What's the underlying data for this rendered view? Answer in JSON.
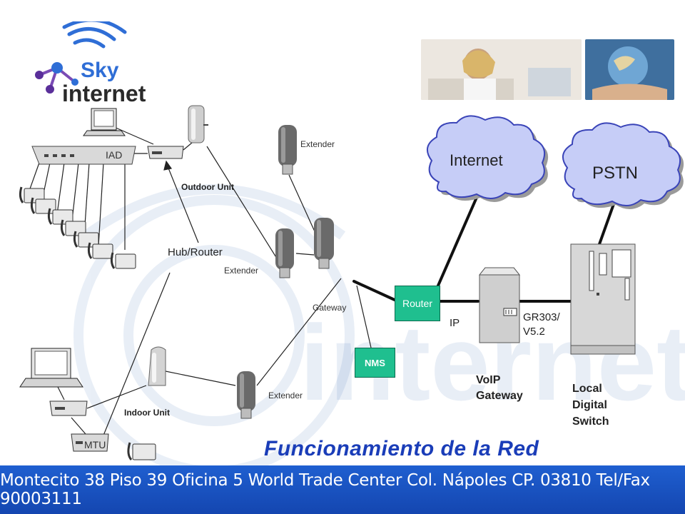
{
  "logo": {
    "word1": "Sky",
    "word2": "internet"
  },
  "nodes": {
    "iad": "IAD",
    "outdoor_unit": "Outdoor Unit",
    "hub_router": "Hub/Router",
    "indoor_unit": "Indoor Unit",
    "mtu": "MTU",
    "extender_top": "Extender",
    "extender_mid": "Extender",
    "extender_bottom": "Extender",
    "gateway": "Gateway",
    "nms": "NMS",
    "router": "Router",
    "ip": "IP",
    "voip_gateway": "VoIP Gateway",
    "gr303": "GR303/ V5.2",
    "local_digital_switch": "Local Digital Switch"
  },
  "clouds": {
    "internet": "Internet",
    "pstn": "PSTN"
  },
  "title": "Funcionamiento de la Red",
  "footer": "Montecito 38 Piso 39 Oficina 5 World Trade Center Col. Nápoles CP. 03810 Tel/Fax 90003111",
  "colors": {
    "accent_blue": "#1a3db8",
    "footer_blue": "#1f5fd0",
    "box_green": "#1fbf8f"
  }
}
